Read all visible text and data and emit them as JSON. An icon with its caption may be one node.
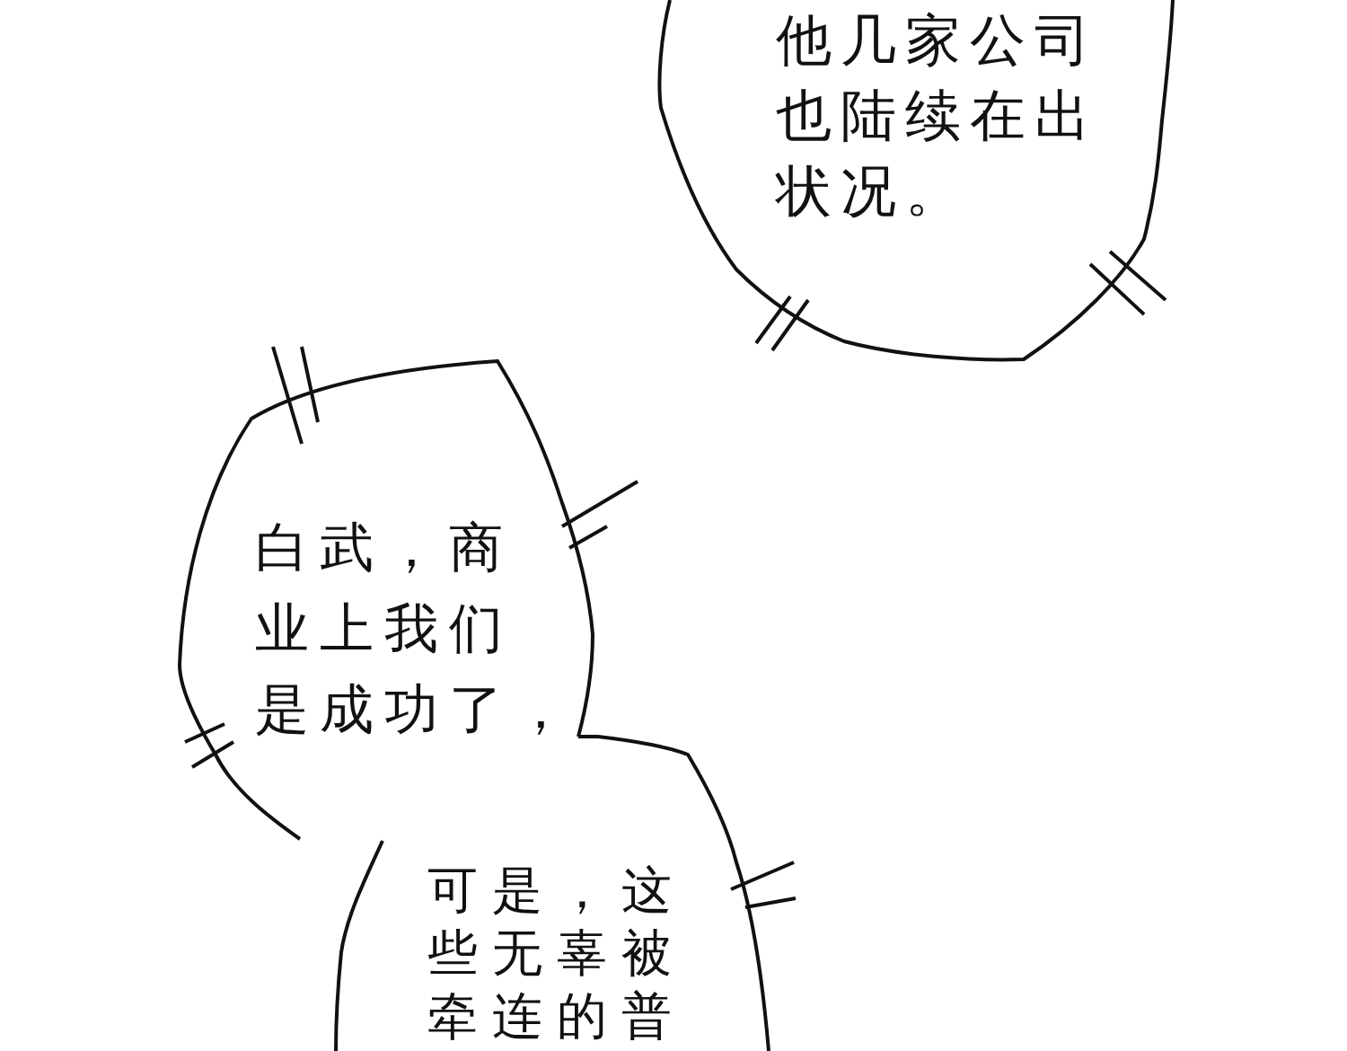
{
  "diagram": {
    "nodes": [
      {
        "text": [
          "他几家公司也陆续在出状况。"
        ]
      },
      {
        "text": [
          "白武，商业上我们是成功了，"
        ]
      },
      {
        "text": [
          "可是，这些无辜被牵连的普"
        ]
      }
    ]
  }
}
